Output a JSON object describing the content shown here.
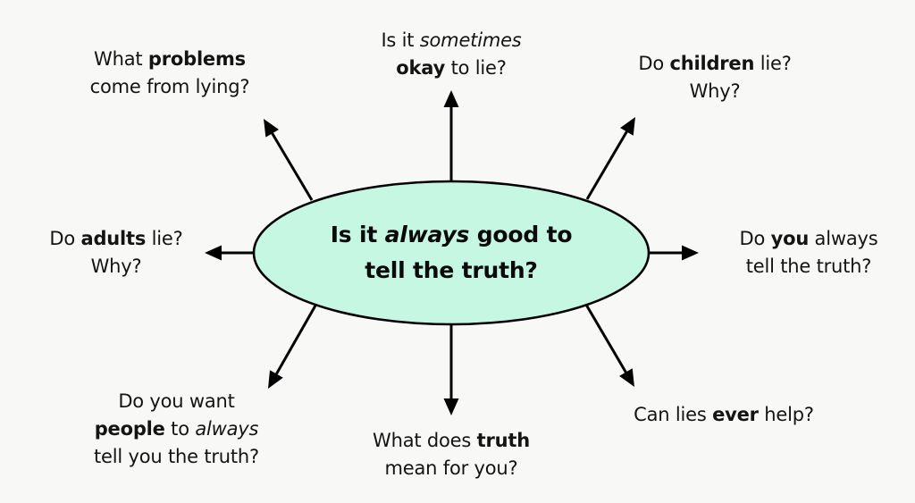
{
  "diagram": {
    "colors": {
      "background": "#f8f8f7",
      "ellipse_fill": "#c6f7e3",
      "stroke": "#000000",
      "text": "#141414"
    },
    "center": {
      "segments": [
        {
          "text": "Is it ",
          "style": "bold"
        },
        {
          "text": "always",
          "style": "bold-italic"
        },
        {
          "text": " good to",
          "style": "bold"
        },
        {
          "text": "\n",
          "style": "break"
        },
        {
          "text": "tell the truth?",
          "style": "bold"
        }
      ]
    },
    "branches": [
      {
        "id": "top",
        "direction": "up",
        "lines": [
          [
            {
              "text": "Is it ",
              "style": "normal"
            },
            {
              "text": "sometimes",
              "style": "italic"
            }
          ],
          [
            {
              "text": "okay",
              "style": "bold"
            },
            {
              "text": " to lie?",
              "style": "normal"
            }
          ]
        ]
      },
      {
        "id": "top-left",
        "direction": "up-left",
        "lines": [
          [
            {
              "text": "What ",
              "style": "normal"
            },
            {
              "text": "problems",
              "style": "bold"
            }
          ],
          [
            {
              "text": "come from lying?",
              "style": "normal"
            }
          ]
        ]
      },
      {
        "id": "top-right",
        "direction": "up-right",
        "lines": [
          [
            {
              "text": "Do ",
              "style": "normal"
            },
            {
              "text": "children",
              "style": "bold"
            },
            {
              "text": " lie?",
              "style": "normal"
            }
          ],
          [
            {
              "text": "Why?",
              "style": "normal"
            }
          ]
        ]
      },
      {
        "id": "left",
        "direction": "left",
        "lines": [
          [
            {
              "text": "Do ",
              "style": "normal"
            },
            {
              "text": "adults",
              "style": "bold"
            },
            {
              "text": " lie?",
              "style": "normal"
            }
          ],
          [
            {
              "text": "Why?",
              "style": "normal"
            }
          ]
        ]
      },
      {
        "id": "right",
        "direction": "right",
        "lines": [
          [
            {
              "text": "Do ",
              "style": "normal"
            },
            {
              "text": "you",
              "style": "bold"
            },
            {
              "text": " always",
              "style": "normal"
            }
          ],
          [
            {
              "text": "tell the truth?",
              "style": "normal"
            }
          ]
        ]
      },
      {
        "id": "bottom-left",
        "direction": "down-left",
        "lines": [
          [
            {
              "text": "Do you want",
              "style": "normal"
            }
          ],
          [
            {
              "text": "people",
              "style": "bold"
            },
            {
              "text": " to ",
              "style": "normal"
            },
            {
              "text": "always",
              "style": "italic"
            }
          ],
          [
            {
              "text": "tell you the truth?",
              "style": "normal"
            }
          ]
        ]
      },
      {
        "id": "bottom",
        "direction": "down",
        "lines": [
          [
            {
              "text": "What does ",
              "style": "normal"
            },
            {
              "text": "truth",
              "style": "bold"
            }
          ],
          [
            {
              "text": "mean for you?",
              "style": "normal"
            }
          ]
        ]
      },
      {
        "id": "bottom-right",
        "direction": "down-right",
        "lines": [
          [
            {
              "text": "Can lies ",
              "style": "normal"
            },
            {
              "text": "ever",
              "style": "bold"
            },
            {
              "text": " help?",
              "style": "normal"
            }
          ]
        ]
      }
    ]
  }
}
